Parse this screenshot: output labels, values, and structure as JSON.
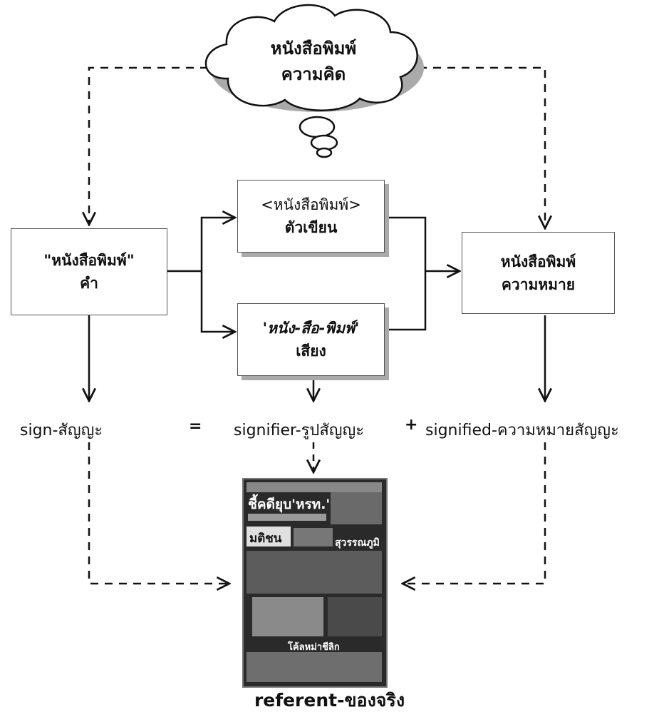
{
  "cloud": {
    "line1": "หนังสือพิมพ์",
    "line2": "ความคิด"
  },
  "word_box": {
    "line1": "\"หนังสือพิมพ์\"",
    "line2": "คำ"
  },
  "written_box": {
    "line1": "<หนังสือพิมพ์>",
    "line2": "ตัวเขียน"
  },
  "sound_box": {
    "line1": "'หนัง-สือ-พิมพ์'",
    "line2": "เสียง"
  },
  "meaning_box": {
    "line1": "หนังสือพิมพ์",
    "line2": "ความหมาย"
  },
  "equation": {
    "sign": "sign-สัญญะ",
    "equals": "=",
    "signifier": "signifier-รูปสัญญะ",
    "plus": "+",
    "signified": "signified-ความหมายสัญญะ"
  },
  "newspaper": {
    "masthead": "มติชน",
    "headline1": "ชี้คดียุบ'หรท.'",
    "headline2": "สุวรรณภูมิ",
    "headline3": "โค้ลหม่าชีลิก"
  },
  "caption": "referent-ของจริง"
}
